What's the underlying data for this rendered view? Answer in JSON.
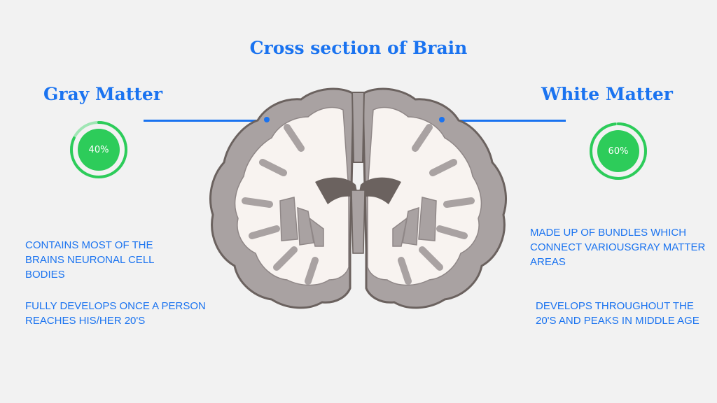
{
  "title": "Cross section of Brain",
  "gray": {
    "heading": "Gray Matter",
    "percent_label": "40%",
    "percent_value": 0.4,
    "desc1": "CONTAINS MOST OF THE BRAINS NEURONAL CELL BODIES",
    "desc2": "FULLY DEVELOPS ONCE A PERSON REACHES HIS/HER 20'S"
  },
  "white": {
    "heading": "White Matter",
    "percent_label": "60%",
    "percent_value": 0.6,
    "desc1": "MADE UP OF BUNDLES WHICH CONNECT VARIOUSGRAY MATTER AREAS",
    "desc2": "DEVELOPS THROUGHOUT THE 20'S AND PEAKS IN MIDDLE AGE"
  },
  "colors": {
    "accent": "#1a73f0",
    "ring": "#2dcc5a",
    "ring_light": "#9fe6b4",
    "gray_matter": "#a9a2a2",
    "white_matter": "#f8f3f0",
    "outline": "#6b625f"
  }
}
